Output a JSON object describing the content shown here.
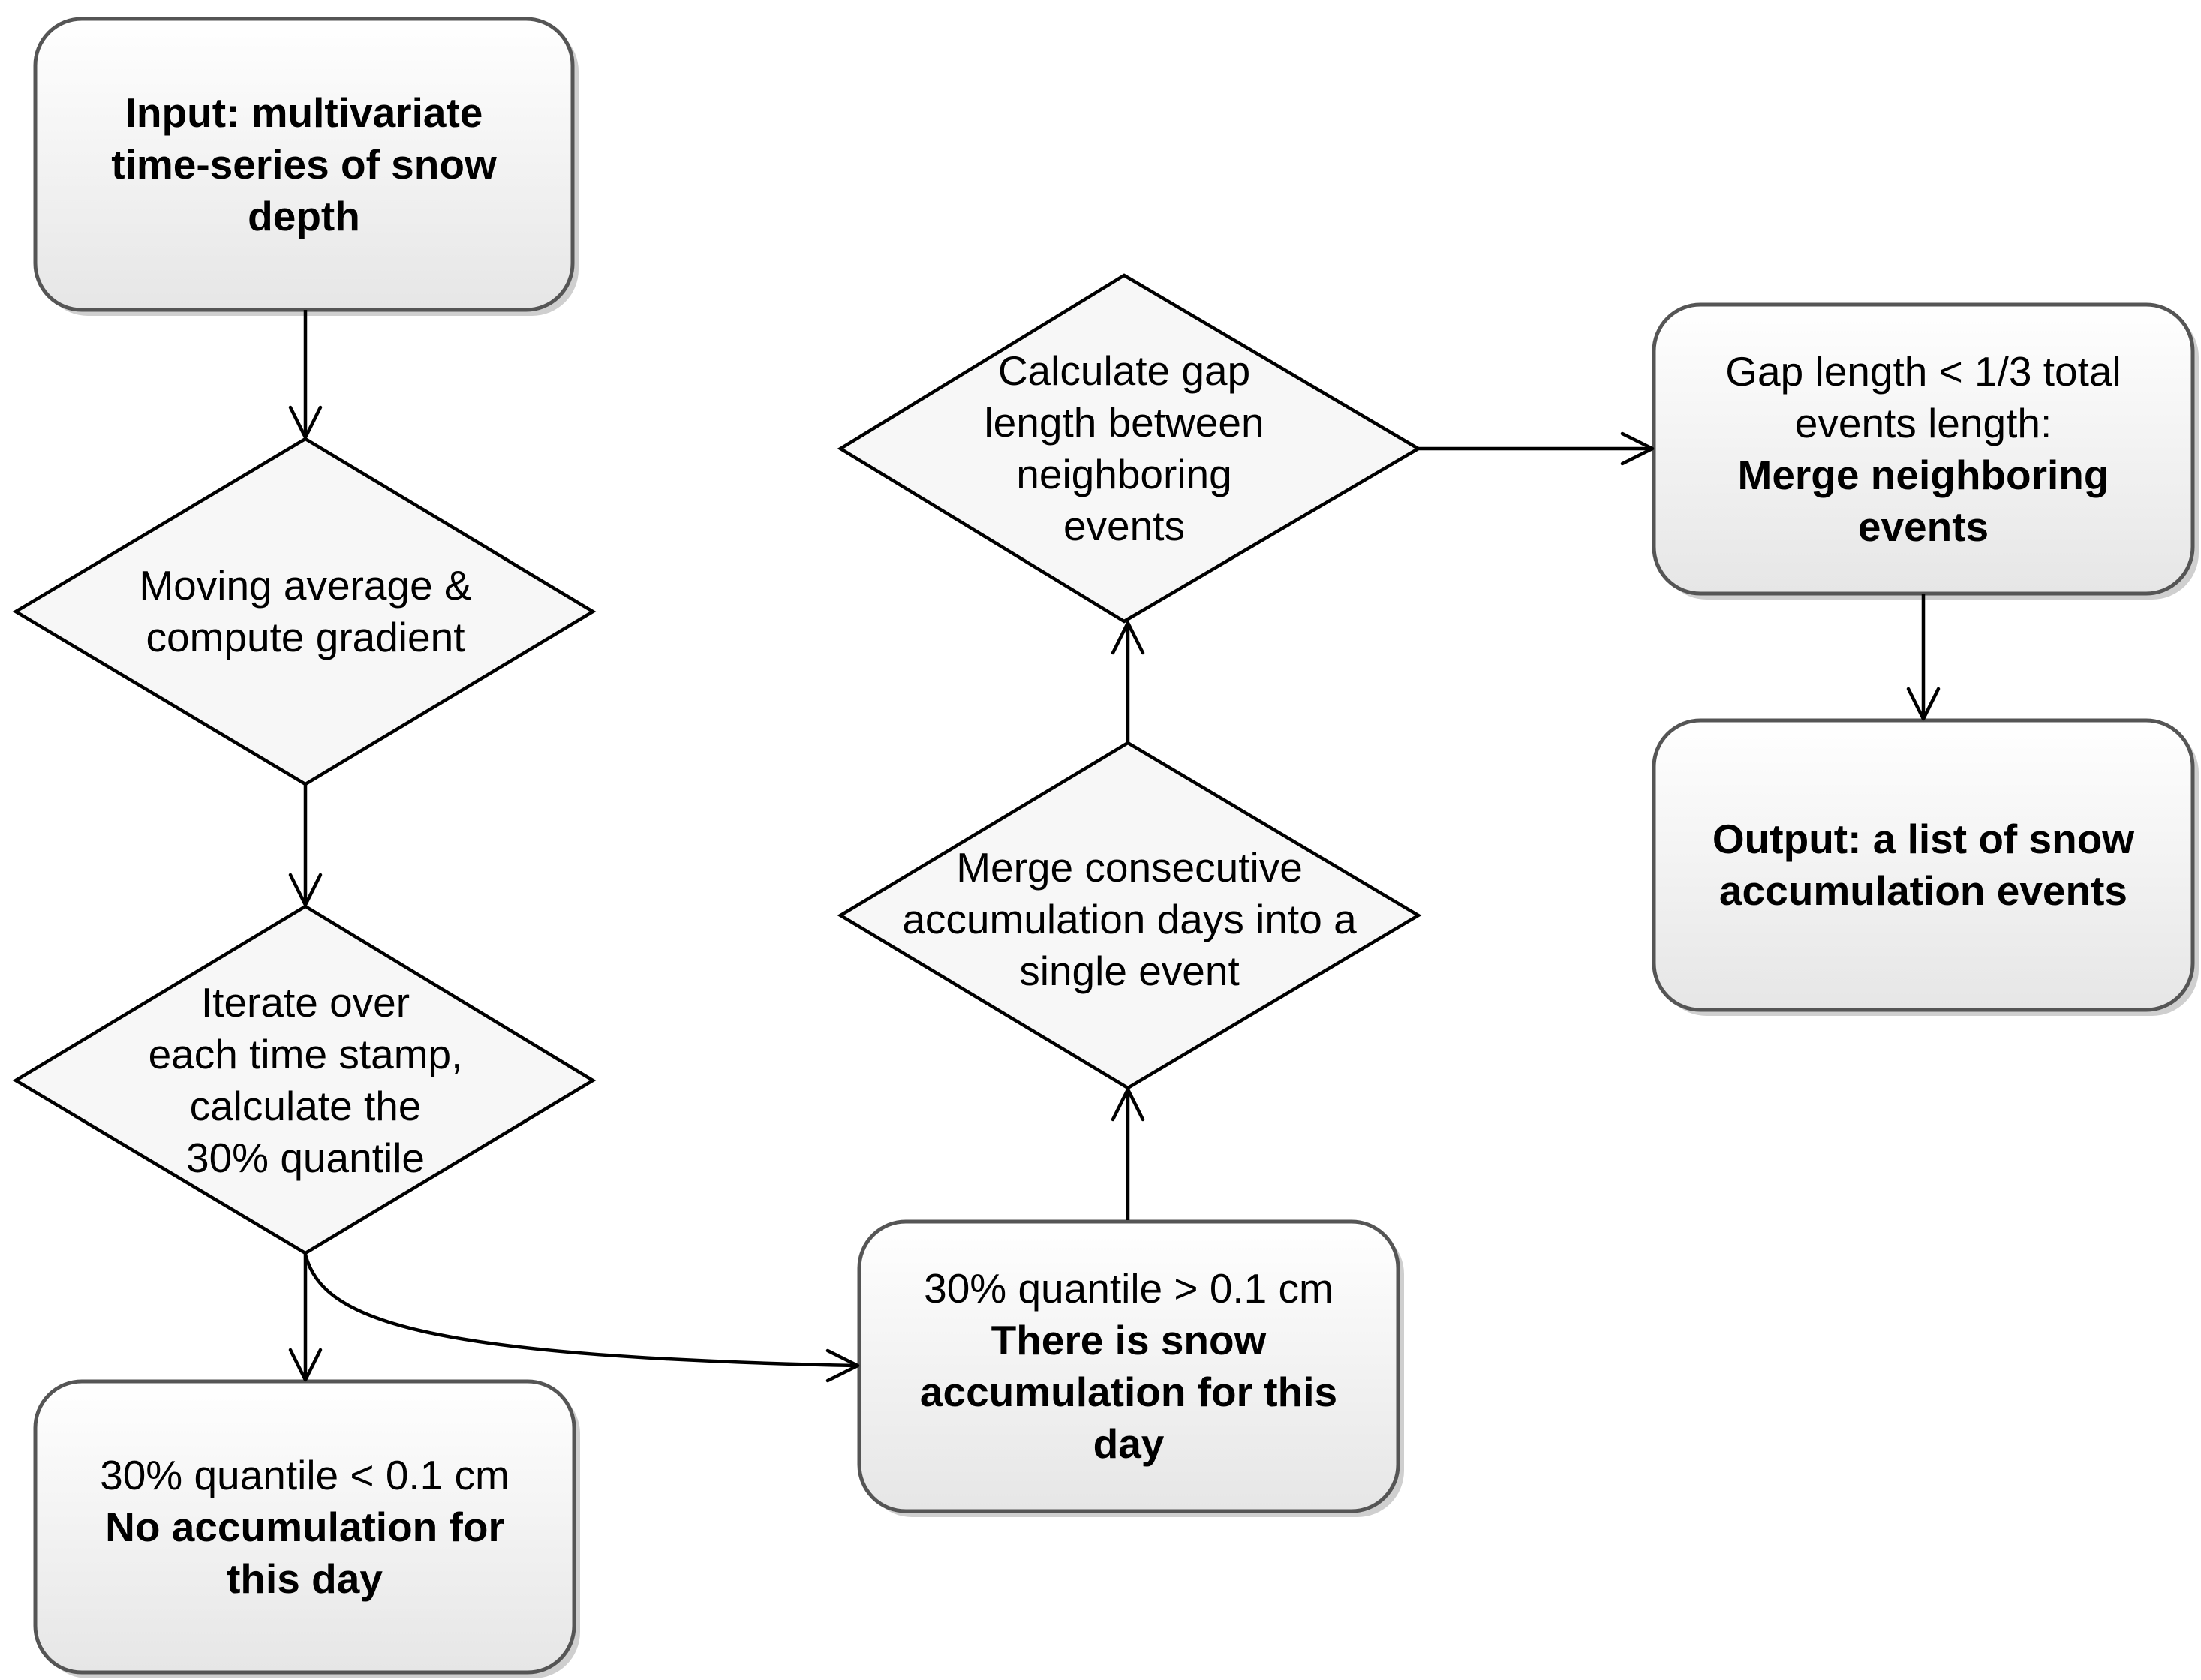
{
  "nodes": {
    "input": {
      "label": "Input",
      "rest": ": multivariate",
      "line2": "time-series of snow",
      "line3": "depth"
    },
    "moving_average": {
      "line1": "Moving average &",
      "line2": "compute gradient"
    },
    "iterate": {
      "line1": "Iterate over",
      "line2": "each time stamp,",
      "line3": "calculate the",
      "line4": "30% quantile"
    },
    "no_accumulation": {
      "condition": "30% quantile < 0.1 cm",
      "line2": "No accumulation for",
      "line3": "this day"
    },
    "accumulation": {
      "condition": "30% quantile > 0.1 cm",
      "line2": "There is snow",
      "line3": "accumulation for this",
      "line4": "day"
    },
    "merge_consecutive": {
      "line1": "Merge consecutive",
      "line2": "accumulation days into a",
      "line3": "single event"
    },
    "gap_length": {
      "line1": "Calculate gap",
      "line2": "length between",
      "line3": "neighboring",
      "line4": "events"
    },
    "merge_neighboring": {
      "line1": "Gap length < 1/3 total",
      "line2": "events length:",
      "line3": "Merge neighboring",
      "line4": "events"
    },
    "output": {
      "line1": "Output: a list of snow",
      "line2": "accumulation events"
    }
  },
  "colors": {
    "box_top": "#ffffff",
    "box_bottom": "#e6e6e6",
    "box_stroke": "#555555",
    "diamond_fill": "#f7f7f7",
    "line": "#000000"
  }
}
